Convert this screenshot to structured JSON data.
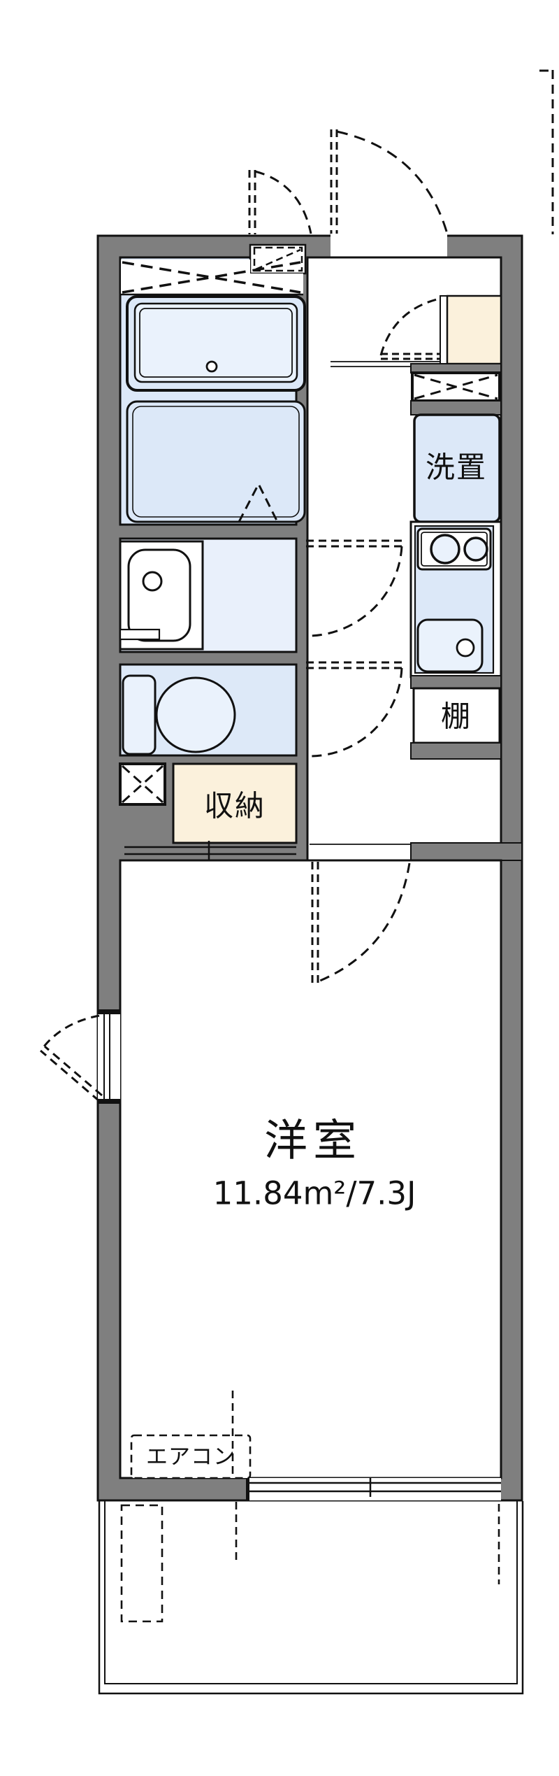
{
  "floorplan": {
    "room_label": "洋室",
    "room_area": "11.84m²/7.3J",
    "washer_label": "洗置",
    "shelf_label": "棚",
    "storage_label": "収納",
    "aircon_label": "エアコン",
    "colors": {
      "wall_gray": "#7f7f7f",
      "outline_black": "#111111",
      "fixture_blue": "#dce8f8",
      "fixture_light_blue": "#eaf2fc",
      "storage_cream": "#fbf1dc"
    }
  }
}
